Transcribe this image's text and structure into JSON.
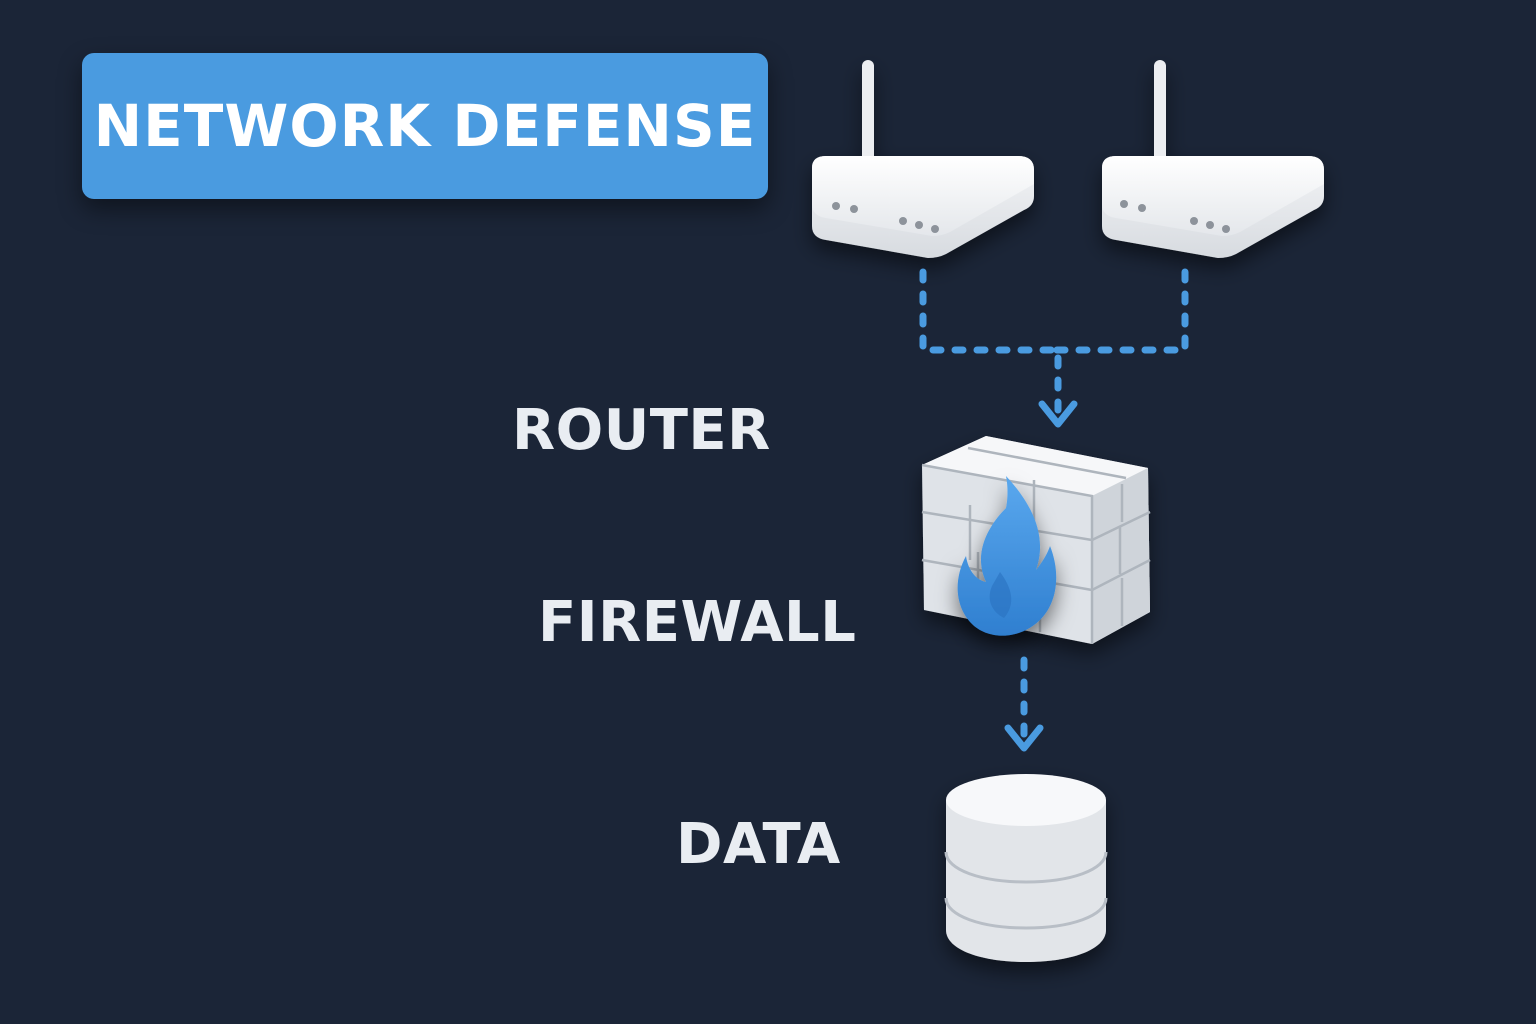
{
  "title": "NETWORK DEFENSE",
  "labels": {
    "router": "ROUTER",
    "firewall": "FIREWALL",
    "data": "DATA"
  },
  "colors": {
    "background": "#1b2537",
    "accent": "#4a9be0",
    "device": "#eef0f3",
    "label_text": "#e9edf2"
  },
  "icons": [
    "router-icon",
    "router-icon",
    "firewall-icon",
    "flame-icon",
    "database-icon",
    "arrow-down-icon"
  ]
}
